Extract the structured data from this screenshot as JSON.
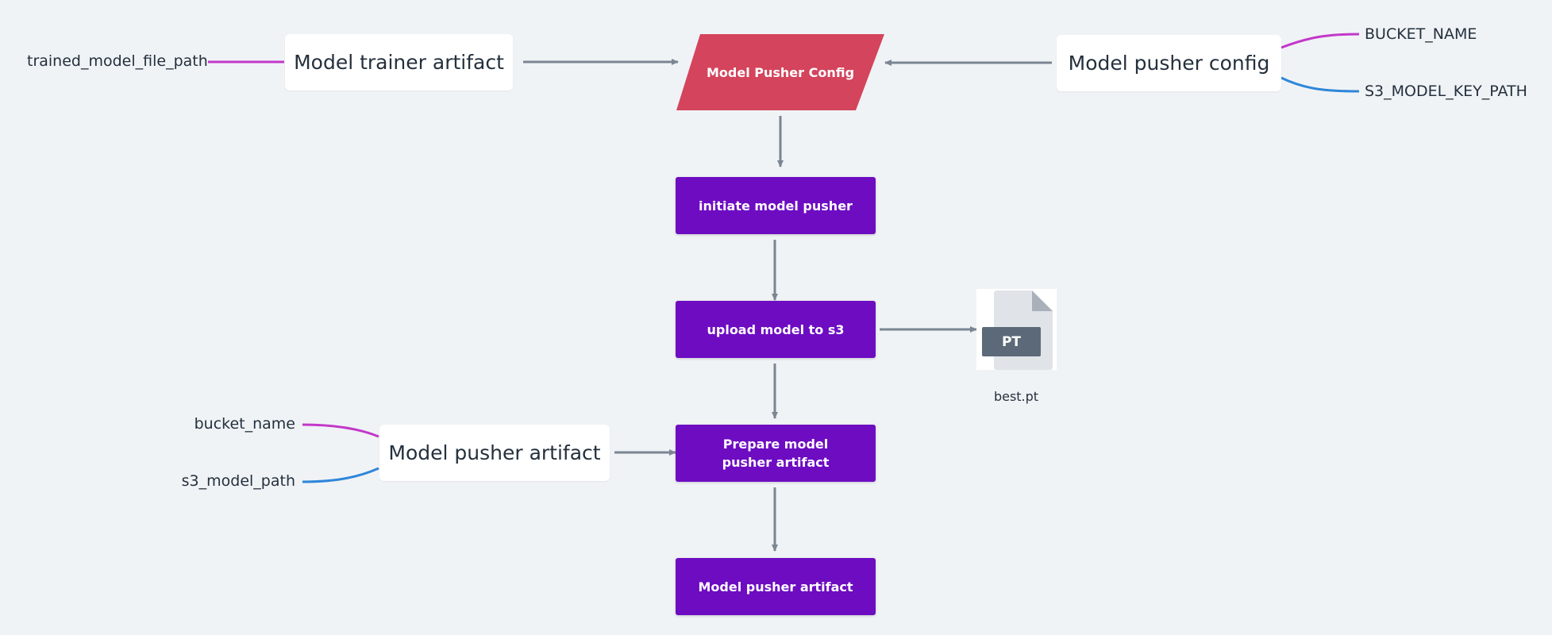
{
  "diagram": {
    "inputs": {
      "trained_model_file_path": "trained_model_file_path",
      "bucket_name_const": "BUCKET_NAME",
      "s3_model_key_path_const": "S3_MODEL_KEY_PATH",
      "bucket_name": "bucket_name",
      "s3_model_path": "s3_model_path"
    },
    "cards": {
      "model_trainer_artifact": "Model trainer artifact",
      "model_pusher_config": "Model pusher config",
      "model_pusher_artifact": "Model pusher artifact"
    },
    "central": {
      "config_label": "Model Pusher Config"
    },
    "steps": [
      {
        "label": "initiate model pusher"
      },
      {
        "label": "upload model to s3"
      },
      {
        "label": "Prepare model pusher artifact"
      },
      {
        "label": "Model pusher artifact"
      }
    ],
    "file": {
      "badge": "PT",
      "name": "best.pt",
      "icon": "file-icon"
    },
    "colors": {
      "background": "#f0f3f6",
      "process": "#6e0cc2",
      "config": "#d4445c",
      "arrow": "#7a8692",
      "magenta_link": "#c238c9",
      "blue_link": "#2f86d9"
    }
  }
}
